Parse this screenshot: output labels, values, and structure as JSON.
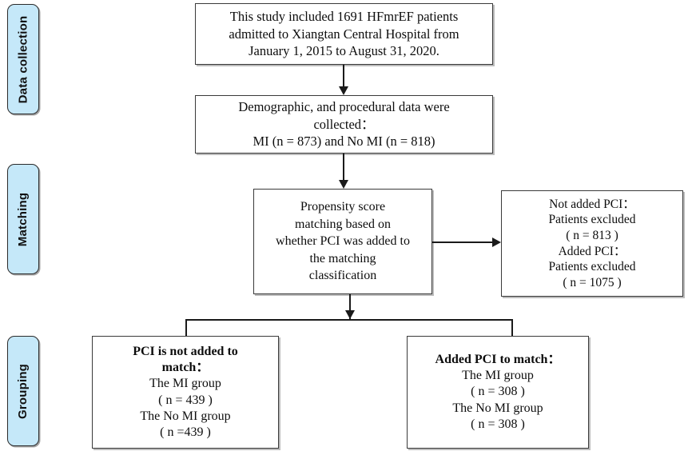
{
  "figure": {
    "type": "flowchart",
    "orientation": "top-down"
  },
  "stages": [
    {
      "id": "data-collection",
      "label": "Data collection"
    },
    {
      "id": "matching",
      "label": "Matching"
    },
    {
      "id": "grouping",
      "label": "Grouping"
    }
  ],
  "boxes": {
    "source": {
      "lines": [
        "This study included 1691 HFmrEF patients",
        "admitted to Xiangtan Central Hospital from",
        "January 1, 2015 to August 31, 2020."
      ]
    },
    "collect": {
      "lines": [
        "Demographic, and procedural data were",
        "collected：",
        "MI (n = 873) and No MI (n = 818)"
      ]
    },
    "matching": {
      "lines": [
        "Propensity score",
        "matching based on",
        "whether PCI was added to",
        "the matching",
        "classification"
      ]
    },
    "excluded": {
      "lines": [
        "Not added PCI：",
        "Patients excluded",
        "( n = 813 )",
        "Added PCI：",
        "Patients excluded",
        "( n = 1075 )"
      ]
    },
    "nopci": {
      "lines": [
        "PCI is not added to",
        "match：",
        "The MI group",
        "( n =  439 )",
        "The No MI group",
        "( n =439 )"
      ],
      "bold_lines": [
        0,
        1
      ]
    },
    "pci": {
      "lines": [
        "Added PCI to match：",
        "The MI group",
        "( n =  308 )",
        "The No MI group",
        "( n = 308 )"
      ],
      "bold_lines": [
        0
      ]
    }
  },
  "chart_data": {
    "type": "flowchart",
    "title": "Patient selection and propensity score matching flow",
    "nodes": [
      {
        "id": "source",
        "stage": "Data collection",
        "text": "This study included 1691 HFmrEF patients admitted to Xiangtan Central Hospital from January 1, 2015 to August 31, 2020.",
        "total_patients": 1691,
        "hospital": "Xiangtan Central Hospital",
        "period_start": "January 1, 2015",
        "period_end": "August 31, 2020",
        "cohort": "HFmrEF"
      },
      {
        "id": "collect",
        "stage": "Data collection",
        "text": "Demographic, and procedural data were collected： MI (n = 873) and No MI (n = 818)",
        "MI": 873,
        "No_MI": 818
      },
      {
        "id": "matching",
        "stage": "Matching",
        "text": "Propensity score matching based on whether PCI was added to the matching classification"
      },
      {
        "id": "excluded",
        "stage": "Matching",
        "text": "Not added PCI： Patients excluded ( n = 813 ) Added PCI： Patients excluded ( n = 1075 )",
        "not_added_PCI_excluded": 813,
        "added_PCI_excluded": 1075
      },
      {
        "id": "nopci",
        "stage": "Grouping",
        "text": "PCI is not added to match： The MI group ( n =  439 ) The No MI group ( n =439 )",
        "MI_group": 439,
        "No_MI_group": 439
      },
      {
        "id": "pci",
        "stage": "Grouping",
        "text": "Added PCI to match： The MI group ( n =  308 ) The No MI group ( n = 308 )",
        "MI_group": 308,
        "No_MI_group": 308
      }
    ],
    "edges": [
      {
        "from": "source",
        "to": "collect",
        "direction": "down"
      },
      {
        "from": "collect",
        "to": "matching",
        "direction": "down"
      },
      {
        "from": "matching",
        "to": "excluded",
        "direction": "right"
      },
      {
        "from": "matching",
        "to": "nopci",
        "direction": "down-split-left"
      },
      {
        "from": "matching",
        "to": "pci",
        "direction": "down-split-right"
      }
    ]
  },
  "colors": {
    "stage_fill": "#c5e8f9",
    "stage_border": "#2b2b2b",
    "box_border": "#3a3a3a",
    "connector": "#1a1a1a",
    "background": "#ffffff"
  }
}
